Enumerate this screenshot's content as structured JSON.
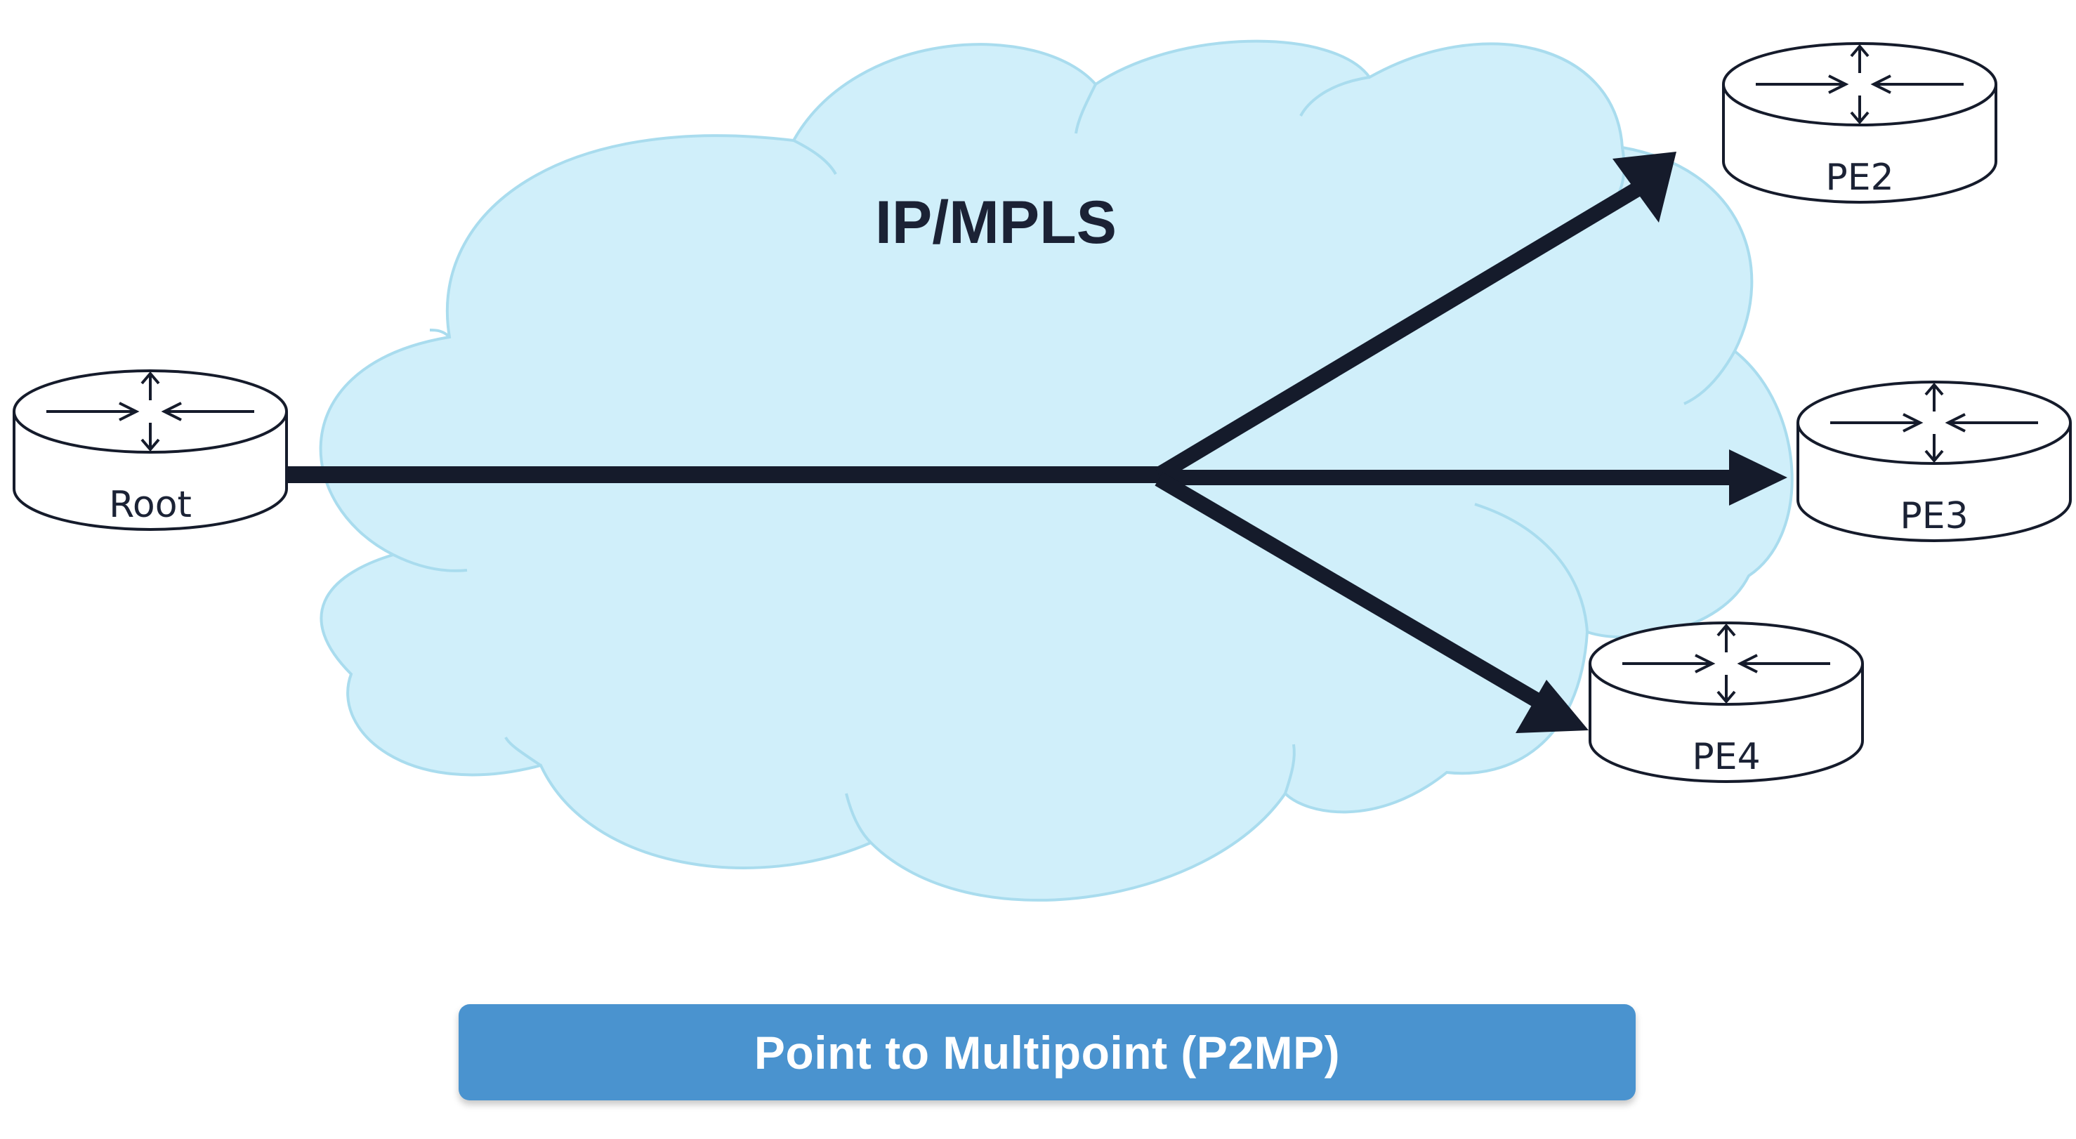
{
  "cloud": {
    "title": "IP/MPLS",
    "fill_color": "#d0effa",
    "stroke_color": "#a9dcee"
  },
  "routers": [
    {
      "id": "root",
      "label": "Root",
      "icon": "router-icon"
    },
    {
      "id": "pe2",
      "label": "PE2",
      "icon": "router-icon"
    },
    {
      "id": "pe3",
      "label": "PE3",
      "icon": "router-icon"
    },
    {
      "id": "pe4",
      "label": "PE4",
      "icon": "router-icon"
    }
  ],
  "arrows": [
    {
      "from": "Root",
      "to": "PE2"
    },
    {
      "from": "Root",
      "to": "PE3"
    },
    {
      "from": "Root",
      "to": "PE4"
    }
  ],
  "arrow_color": "#151b2b",
  "banner": {
    "label": "Point to Multipoint (P2MP)",
    "color": "#4a93cf"
  }
}
